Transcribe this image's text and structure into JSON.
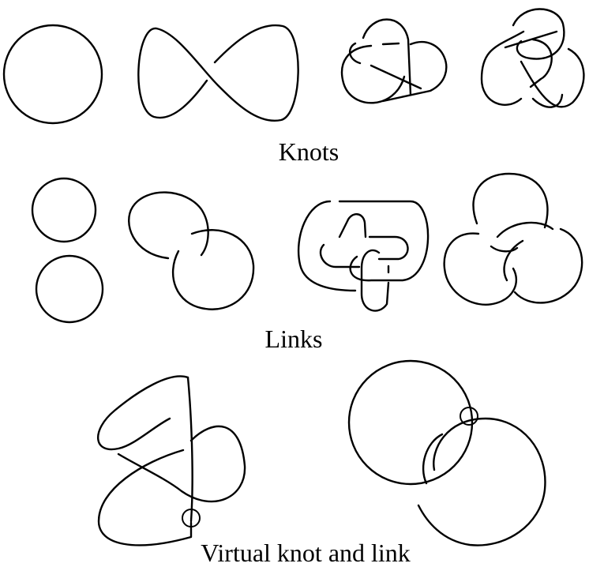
{
  "captions": {
    "knots": "Knots",
    "links": "Links",
    "virtual": "Virtual knot and link"
  },
  "colors": {
    "stroke": "#000000",
    "background": "#ffffff"
  }
}
